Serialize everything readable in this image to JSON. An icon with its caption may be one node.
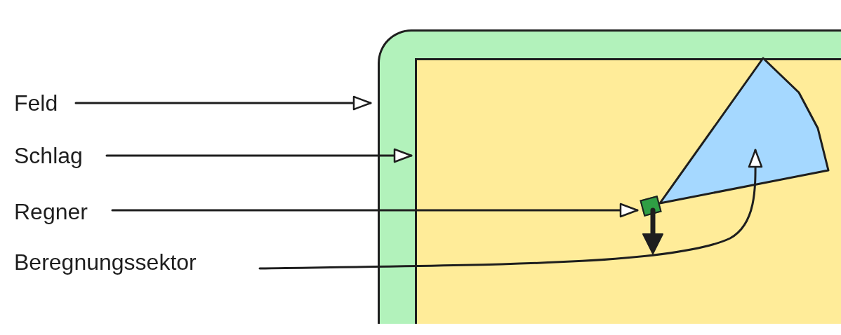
{
  "diagram": {
    "nodes": [
      {
        "text": [
          "Feld"
        ]
      },
      {
        "text": [
          "Schlag"
        ]
      },
      {
        "text": [
          "Regner"
        ]
      },
      {
        "text": [
          "Beregnungssektor"
        ]
      },
      {
        "text": [],
        "shape": "box"
      },
      {
        "text": [],
        "shape": "box",
        "in": 4
      },
      {
        "text": [],
        "shape": "box",
        "in": 5
      },
      {
        "text": [],
        "shape": "polygon",
        "in": 5
      }
    ],
    "edges": [
      {
        "from": 0,
        "to": 4,
        "arrow": "to"
      },
      {
        "from": 1,
        "to": 5,
        "arrow": "to"
      },
      {
        "from": 2,
        "to": 6,
        "arrow": "to"
      },
      {
        "from": 3,
        "to": 7,
        "arrow": "to"
      }
    ]
  }
}
